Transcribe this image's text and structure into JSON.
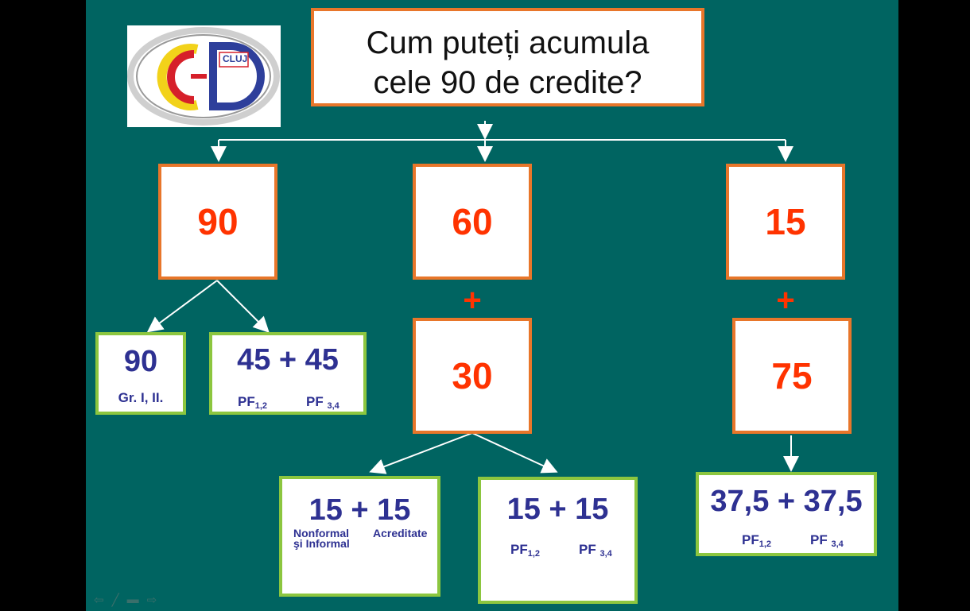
{
  "title": {
    "line1": "Cum puteți acumula",
    "line2": "cele 90 de credite?"
  },
  "logo": {
    "text": "CLUJ"
  },
  "options": [
    {
      "value": "90"
    },
    {
      "value": "60",
      "plus": "+",
      "second_value": "30"
    },
    {
      "value": "15",
      "plus": "+",
      "second_value": "75"
    }
  ],
  "leaves": {
    "a": {
      "value": "90",
      "label": "Gr. I, II."
    },
    "b": {
      "value": "45 + 45",
      "left_prefix": "PF",
      "left_sub": "1,2",
      "right_prefix": "PF ",
      "right_sub": "3,4"
    },
    "c": {
      "value": "15 + 15",
      "left_line1": "Nonformal",
      "left_line2": "şi Informal",
      "right": "Acreditate"
    },
    "d": {
      "value": "15 + 15",
      "left_prefix": "PF",
      "left_sub": "1,2",
      "right_prefix": "PF ",
      "right_sub": "3,4"
    },
    "e": {
      "value": "37,5 + 37,5",
      "left_prefix": "PF",
      "left_sub": "1,2",
      "right_prefix": "PF ",
      "right_sub": "3,4"
    }
  },
  "colors": {
    "background": "#006461",
    "orange_border": "#e8762a",
    "green_border": "#8cc63f",
    "number_red": "#ff3300",
    "number_blue": "#2e3192"
  },
  "nav_icons": [
    "back-icon",
    "pen-icon",
    "menu-icon",
    "forward-icon"
  ]
}
